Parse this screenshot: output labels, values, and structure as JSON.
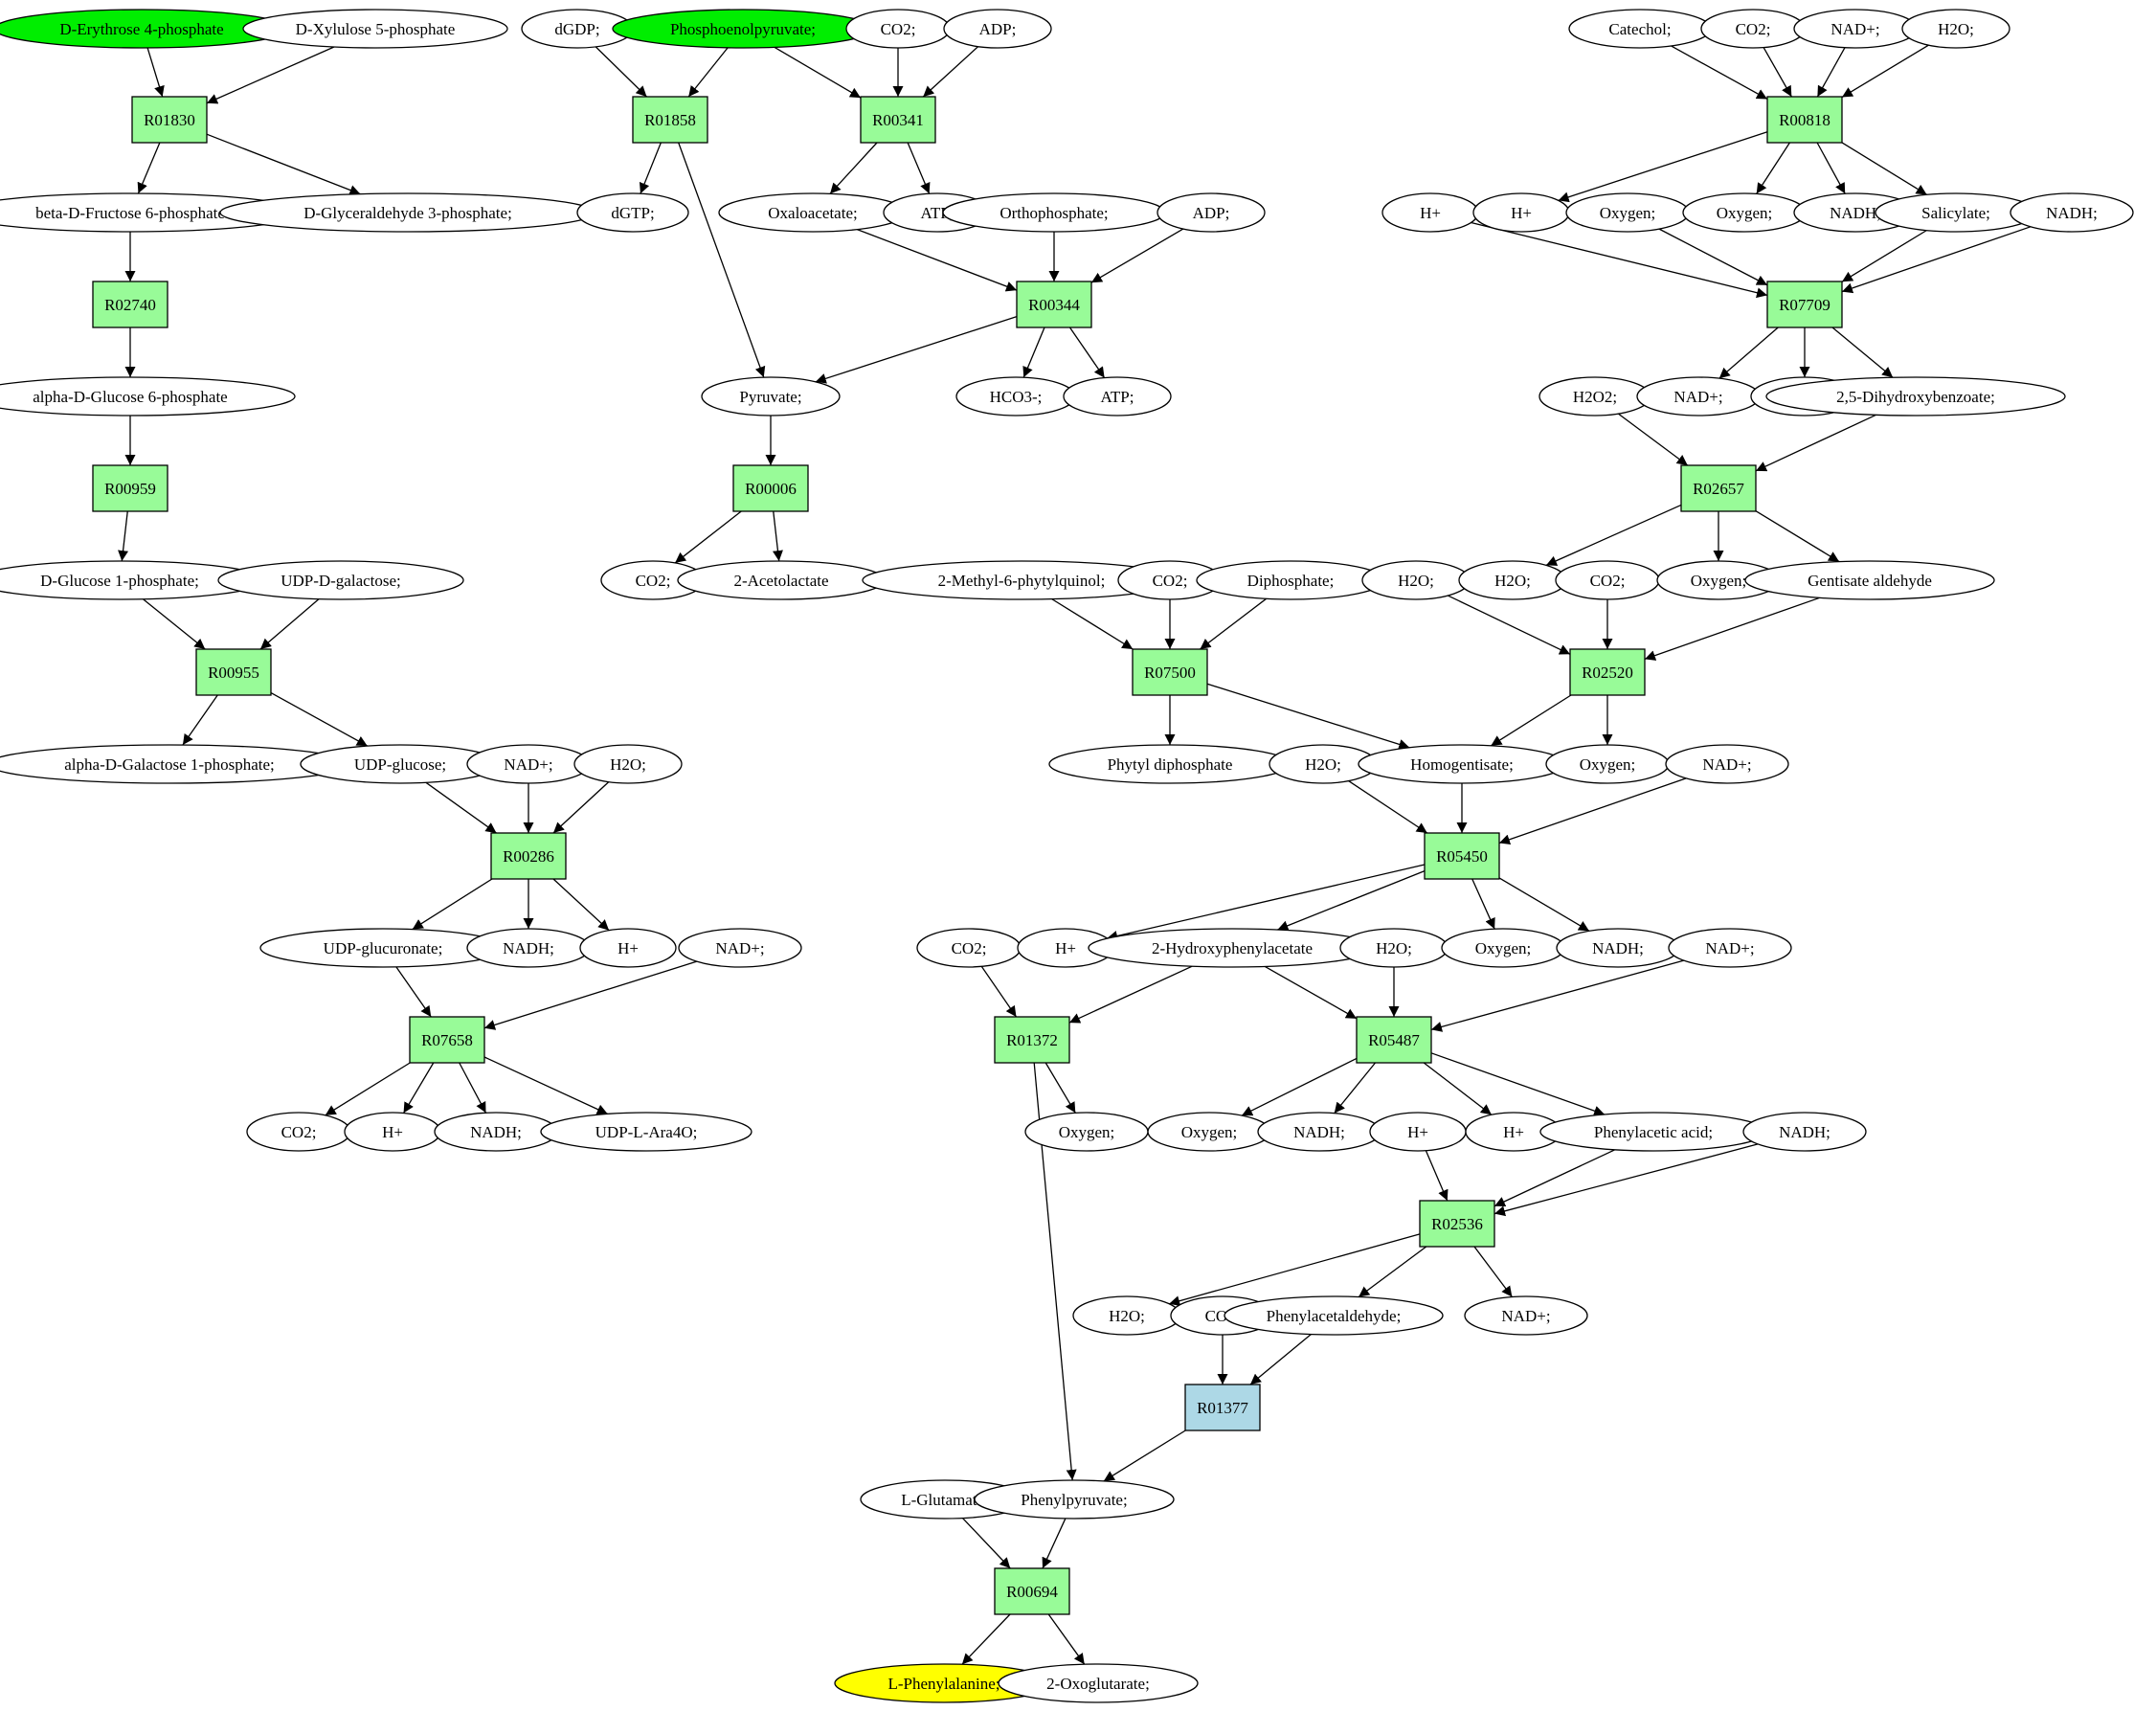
{
  "colors": {
    "reaction_fill": "#98fb98",
    "reaction_highlight_fill": "#add8e6",
    "source_fill": "#00ee00",
    "target_fill": "#ffff00",
    "compound_fill": "#ffffff",
    "stroke": "#000000"
  },
  "nodes": {
    "e4p": {
      "label": "D-Erythrose 4-phosphate",
      "kind": "compound",
      "role": "source"
    },
    "x5p": {
      "label": "D-Xylulose 5-phosphate",
      "kind": "compound"
    },
    "r01830": {
      "label": "R01830",
      "kind": "reaction"
    },
    "f6p": {
      "label": "beta-D-Fructose 6-phosphate",
      "kind": "compound"
    },
    "g3p": {
      "label": "D-Glyceraldehyde 3-phosphate;",
      "kind": "compound"
    },
    "r02740": {
      "label": "R02740",
      "kind": "reaction"
    },
    "g6p": {
      "label": "alpha-D-Glucose 6-phosphate",
      "kind": "compound"
    },
    "r00959": {
      "label": "R00959",
      "kind": "reaction"
    },
    "g1p": {
      "label": "D-Glucose 1-phosphate;",
      "kind": "compound"
    },
    "udpgal": {
      "label": "UDP-D-galactose;",
      "kind": "compound"
    },
    "r00955": {
      "label": "R00955",
      "kind": "reaction"
    },
    "gal1p": {
      "label": "alpha-D-Galactose 1-phosphate;",
      "kind": "compound"
    },
    "udpglc": {
      "label": "UDP-glucose;",
      "kind": "compound"
    },
    "nad_a": {
      "label": "NAD+;",
      "kind": "compound"
    },
    "h2o_a": {
      "label": "H2O;",
      "kind": "compound"
    },
    "r00286": {
      "label": "R00286",
      "kind": "reaction"
    },
    "udpgca": {
      "label": "UDP-glucuronate;",
      "kind": "compound"
    },
    "nadh_a": {
      "label": "NADH;",
      "kind": "compound"
    },
    "hp_a": {
      "label": "H+",
      "kind": "compound"
    },
    "nad_b": {
      "label": "NAD+;",
      "kind": "compound"
    },
    "r07658": {
      "label": "R07658",
      "kind": "reaction"
    },
    "co2_a": {
      "label": "CO2;",
      "kind": "compound"
    },
    "hp_b": {
      "label": "H+",
      "kind": "compound"
    },
    "nadh_b": {
      "label": "NADH;",
      "kind": "compound"
    },
    "udpara": {
      "label": "UDP-L-Ara4O;",
      "kind": "compound"
    },
    "dgdp": {
      "label": "dGDP;",
      "kind": "compound"
    },
    "pep": {
      "label": "Phosphoenolpyruvate;",
      "kind": "compound",
      "role": "source"
    },
    "co2_b": {
      "label": "CO2;",
      "kind": "compound"
    },
    "adp_a": {
      "label": "ADP;",
      "kind": "compound"
    },
    "r01858": {
      "label": "R01858",
      "kind": "reaction"
    },
    "r00341": {
      "label": "R00341",
      "kind": "reaction"
    },
    "dgtp": {
      "label": "dGTP;",
      "kind": "compound"
    },
    "oaa": {
      "label": "Oxaloacetate;",
      "kind": "compound"
    },
    "atp_a": {
      "label": "ATP;",
      "kind": "compound"
    },
    "pi": {
      "label": "Orthophosphate;",
      "kind": "compound"
    },
    "adp_b": {
      "label": "ADP;",
      "kind": "compound"
    },
    "r00344": {
      "label": "R00344",
      "kind": "reaction"
    },
    "pyr": {
      "label": "Pyruvate;",
      "kind": "compound"
    },
    "hco3": {
      "label": "HCO3-;",
      "kind": "compound"
    },
    "atp_b": {
      "label": "ATP;",
      "kind": "compound"
    },
    "r00006": {
      "label": "R00006",
      "kind": "reaction"
    },
    "co2_c": {
      "label": "CO2;",
      "kind": "compound"
    },
    "acl": {
      "label": "2-Acetolactate",
      "kind": "compound"
    },
    "catechol": {
      "label": "Catechol;",
      "kind": "compound"
    },
    "co2_d": {
      "label": "CO2;",
      "kind": "compound"
    },
    "nad_c": {
      "label": "NAD+;",
      "kind": "compound"
    },
    "h2o_b": {
      "label": "H2O;",
      "kind": "compound"
    },
    "r00818": {
      "label": "R00818",
      "kind": "reaction"
    },
    "hp_c": {
      "label": "H+",
      "kind": "compound"
    },
    "hp_d": {
      "label": "H+",
      "kind": "compound"
    },
    "oxy_a": {
      "label": "Oxygen;",
      "kind": "compound"
    },
    "oxy_b": {
      "label": "Oxygen;",
      "kind": "compound"
    },
    "nadh_c": {
      "label": "NADH;",
      "kind": "compound"
    },
    "salicylate": {
      "label": "Salicylate;",
      "kind": "compound"
    },
    "nadh_d": {
      "label": "NADH;",
      "kind": "compound"
    },
    "r07709": {
      "label": "R07709",
      "kind": "reaction"
    },
    "h2o2": {
      "label": "H2O2;",
      "kind": "compound"
    },
    "nad_d": {
      "label": "NAD+;",
      "kind": "compound"
    },
    "h2o_c": {
      "label": "H2O;",
      "kind": "compound"
    },
    "dhb": {
      "label": "2,5-Dihydroxybenzoate;",
      "kind": "compound"
    },
    "r02657": {
      "label": "R02657",
      "kind": "reaction"
    },
    "mpq": {
      "label": "2-Methyl-6-phytylquinol;",
      "kind": "compound"
    },
    "co2_e": {
      "label": "CO2;",
      "kind": "compound"
    },
    "ppi": {
      "label": "Diphosphate;",
      "kind": "compound"
    },
    "h2o_d": {
      "label": "H2O;",
      "kind": "compound"
    },
    "h2o_e": {
      "label": "H2O;",
      "kind": "compound"
    },
    "co2_f": {
      "label": "CO2;",
      "kind": "compound"
    },
    "oxy_c": {
      "label": "Oxygen;",
      "kind": "compound"
    },
    "gald": {
      "label": "Gentisate aldehyde",
      "kind": "compound"
    },
    "r07500": {
      "label": "R07500",
      "kind": "reaction"
    },
    "r02520": {
      "label": "R02520",
      "kind": "reaction"
    },
    "phytpp": {
      "label": "Phytyl diphosphate",
      "kind": "compound"
    },
    "h2o_f": {
      "label": "H2O;",
      "kind": "compound"
    },
    "hgt": {
      "label": "Homogentisate;",
      "kind": "compound"
    },
    "oxy_d": {
      "label": "Oxygen;",
      "kind": "compound"
    },
    "nad_e": {
      "label": "NAD+;",
      "kind": "compound"
    },
    "r05450": {
      "label": "R05450",
      "kind": "reaction"
    },
    "co2_g": {
      "label": "CO2;",
      "kind": "compound"
    },
    "hp_e": {
      "label": "H+",
      "kind": "compound"
    },
    "hpa": {
      "label": "2-Hydroxyphenylacetate",
      "kind": "compound"
    },
    "h2o_g": {
      "label": "H2O;",
      "kind": "compound"
    },
    "oxy_e": {
      "label": "Oxygen;",
      "kind": "compound"
    },
    "nadh_e": {
      "label": "NADH;",
      "kind": "compound"
    },
    "nad_f": {
      "label": "NAD+;",
      "kind": "compound"
    },
    "r01372": {
      "label": "R01372",
      "kind": "reaction"
    },
    "r05487": {
      "label": "R05487",
      "kind": "reaction"
    },
    "oxy_f": {
      "label": "Oxygen;",
      "kind": "compound"
    },
    "oxy_g": {
      "label": "Oxygen;",
      "kind": "compound"
    },
    "nadh_f": {
      "label": "NADH;",
      "kind": "compound"
    },
    "hp_f": {
      "label": "H+",
      "kind": "compound"
    },
    "hp_g": {
      "label": "H+",
      "kind": "compound"
    },
    "paa": {
      "label": "Phenylacetic acid;",
      "kind": "compound"
    },
    "nadh_g": {
      "label": "NADH;",
      "kind": "compound"
    },
    "r02536": {
      "label": "R02536",
      "kind": "reaction"
    },
    "h2o_h": {
      "label": "H2O;",
      "kind": "compound"
    },
    "co2_h": {
      "label": "CO2;",
      "kind": "compound"
    },
    "pacald": {
      "label": "Phenylacetaldehyde;",
      "kind": "compound"
    },
    "nad_g": {
      "label": "NAD+;",
      "kind": "compound"
    },
    "r01377": {
      "label": "R01377",
      "kind": "reaction",
      "role": "highlight"
    },
    "glu": {
      "label": "L-Glutamate;",
      "kind": "compound"
    },
    "ppyr": {
      "label": "Phenylpyruvate;",
      "kind": "compound"
    },
    "r00694": {
      "label": "R00694",
      "kind": "reaction"
    },
    "phe": {
      "label": "L-Phenylalanine;",
      "kind": "compound",
      "role": "target"
    },
    "akg": {
      "label": "2-Oxoglutarate;",
      "kind": "compound"
    }
  },
  "edges": [
    [
      "e4p",
      "r01830"
    ],
    [
      "x5p",
      "r01830"
    ],
    [
      "r01830",
      "f6p"
    ],
    [
      "r01830",
      "g3p"
    ],
    [
      "f6p",
      "r02740"
    ],
    [
      "r02740",
      "g6p"
    ],
    [
      "g6p",
      "r00959"
    ],
    [
      "r00959",
      "g1p"
    ],
    [
      "g1p",
      "r00955"
    ],
    [
      "udpgal",
      "r00955"
    ],
    [
      "r00955",
      "gal1p"
    ],
    [
      "r00955",
      "udpglc"
    ],
    [
      "udpglc",
      "r00286"
    ],
    [
      "nad_a",
      "r00286"
    ],
    [
      "h2o_a",
      "r00286"
    ],
    [
      "r00286",
      "udpgca"
    ],
    [
      "r00286",
      "nadh_a"
    ],
    [
      "r00286",
      "hp_a"
    ],
    [
      "udpgca",
      "r07658"
    ],
    [
      "nad_b",
      "r07658"
    ],
    [
      "r07658",
      "co2_a"
    ],
    [
      "r07658",
      "hp_b"
    ],
    [
      "r07658",
      "nadh_b"
    ],
    [
      "r07658",
      "udpara"
    ],
    [
      "dgdp",
      "r01858"
    ],
    [
      "pep",
      "r01858"
    ],
    [
      "r01858",
      "dgtp"
    ],
    [
      "r01858",
      "pyr"
    ],
    [
      "pep",
      "r00341"
    ],
    [
      "co2_b",
      "r00341"
    ],
    [
      "adp_a",
      "r00341"
    ],
    [
      "r00341",
      "oaa"
    ],
    [
      "r00341",
      "atp_a"
    ],
    [
      "oaa",
      "r00344"
    ],
    [
      "pi",
      "r00344"
    ],
    [
      "adp_b",
      "r00344"
    ],
    [
      "r00344",
      "pyr"
    ],
    [
      "r00344",
      "hco3"
    ],
    [
      "r00344",
      "atp_b"
    ],
    [
      "pyr",
      "r00006"
    ],
    [
      "r00006",
      "co2_c"
    ],
    [
      "r00006",
      "acl"
    ],
    [
      "catechol",
      "r00818"
    ],
    [
      "co2_d",
      "r00818"
    ],
    [
      "nad_c",
      "r00818"
    ],
    [
      "h2o_b",
      "r00818"
    ],
    [
      "r00818",
      "hp_d"
    ],
    [
      "r00818",
      "oxy_b"
    ],
    [
      "r00818",
      "nadh_c"
    ],
    [
      "r00818",
      "salicylate"
    ],
    [
      "hp_c",
      "r07709"
    ],
    [
      "oxy_a",
      "r07709"
    ],
    [
      "salicylate",
      "r07709"
    ],
    [
      "nadh_d",
      "r07709"
    ],
    [
      "r07709",
      "nad_d"
    ],
    [
      "r07709",
      "h2o_c"
    ],
    [
      "r07709",
      "dhb"
    ],
    [
      "h2o2",
      "r02657"
    ],
    [
      "dhb",
      "r02657"
    ],
    [
      "r02657",
      "h2o_e"
    ],
    [
      "r02657",
      "oxy_c"
    ],
    [
      "r02657",
      "gald"
    ],
    [
      "mpq",
      "r07500"
    ],
    [
      "co2_e",
      "r07500"
    ],
    [
      "ppi",
      "r07500"
    ],
    [
      "r07500",
      "phytpp"
    ],
    [
      "r07500",
      "hgt"
    ],
    [
      "h2o_d",
      "r02520"
    ],
    [
      "co2_f",
      "r02520"
    ],
    [
      "gald",
      "r02520"
    ],
    [
      "r02520",
      "hgt"
    ],
    [
      "r02520",
      "oxy_d"
    ],
    [
      "h2o_f",
      "r05450"
    ],
    [
      "hgt",
      "r05450"
    ],
    [
      "nad_e",
      "r05450"
    ],
    [
      "r05450",
      "hp_e"
    ],
    [
      "r05450",
      "hpa"
    ],
    [
      "r05450",
      "oxy_e"
    ],
    [
      "r05450",
      "nadh_e"
    ],
    [
      "co2_g",
      "r01372"
    ],
    [
      "hpa",
      "r01372"
    ],
    [
      "r01372",
      "oxy_f"
    ],
    [
      "r01372",
      "ppyr"
    ],
    [
      "hpa",
      "r05487"
    ],
    [
      "h2o_g",
      "r05487"
    ],
    [
      "nad_f",
      "r05487"
    ],
    [
      "r05487",
      "oxy_g"
    ],
    [
      "r05487",
      "nadh_f"
    ],
    [
      "r05487",
      "hp_g"
    ],
    [
      "r05487",
      "paa"
    ],
    [
      "hp_f",
      "r02536"
    ],
    [
      "paa",
      "r02536"
    ],
    [
      "nadh_g",
      "r02536"
    ],
    [
      "r02536",
      "h2o_h"
    ],
    [
      "r02536",
      "pacald"
    ],
    [
      "r02536",
      "nad_g"
    ],
    [
      "co2_h",
      "r01377"
    ],
    [
      "pacald",
      "r01377"
    ],
    [
      "r01377",
      "ppyr"
    ],
    [
      "glu",
      "r00694"
    ],
    [
      "ppyr",
      "r00694"
    ],
    [
      "r00694",
      "phe"
    ],
    [
      "r00694",
      "akg"
    ]
  ]
}
